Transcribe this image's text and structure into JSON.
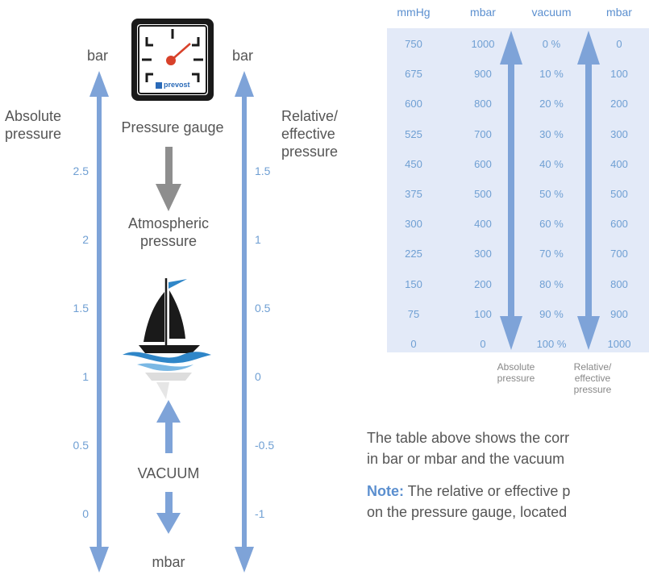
{
  "diagram": {
    "bar_left": "bar",
    "bar_right": "bar",
    "absolute_pressure_label": [
      "Absolute",
      "pressure"
    ],
    "relative_pressure_label": [
      "Relative/",
      "effective",
      "pressure"
    ],
    "gauge_label": "Pressure gauge",
    "gauge_brand": "prevost",
    "atmospheric_label": [
      "Atmospheric",
      "pressure"
    ],
    "vacuum_label": "VACUUM",
    "mbar_label": "mbar",
    "left_ticks": [
      "2.5",
      "2",
      "1.5",
      "1",
      "0.5",
      "0"
    ],
    "right_ticks": [
      "1.5",
      "1",
      "0.5",
      "0",
      "-0.5",
      "-1"
    ]
  },
  "table": {
    "headers": [
      "mmHg",
      "mbar",
      "vacuum",
      "mbar"
    ],
    "rows": [
      [
        "750",
        "1000",
        "0 %",
        "0"
      ],
      [
        "675",
        "900",
        "10 %",
        "100"
      ],
      [
        "600",
        "800",
        "20 %",
        "200"
      ],
      [
        "525",
        "700",
        "30 %",
        "300"
      ],
      [
        "450",
        "600",
        "40 %",
        "400"
      ],
      [
        "375",
        "500",
        "50 %",
        "500"
      ],
      [
        "300",
        "400",
        "60 %",
        "600"
      ],
      [
        "225",
        "300",
        "70 %",
        "700"
      ],
      [
        "150",
        "200",
        "80 %",
        "800"
      ],
      [
        "75",
        "100",
        "90 %",
        "900"
      ],
      [
        "0",
        "0",
        "100 %",
        "1000"
      ]
    ],
    "arrow_label_absolute": [
      "Absolute",
      "pressure"
    ],
    "arrow_label_relative": [
      "Relative/",
      "effective",
      "pressure"
    ]
  },
  "text": {
    "paragraph_lines": [
      "The table above shows the corr",
      "in bar or mbar and the vacuum"
    ],
    "note_bold": "Note:",
    "note_lines": [
      " The relative or effective p",
      "on the pressure gauge, located"
    ]
  },
  "colors": {
    "arrow_blue": "#7ea3d8",
    "arrow_gray": "#8e8e8e",
    "tick_blue": "#6f9fd3",
    "table_bg": "#e3eaf8"
  }
}
